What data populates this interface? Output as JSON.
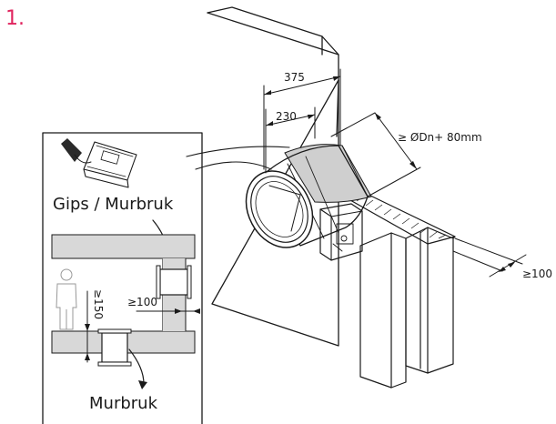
{
  "step_number": "1.",
  "dimensions": {
    "d375": "375",
    "d230": "230",
    "diameter_clearance": "≥ ØDn+ 80mm",
    "d100_right": "≥100",
    "d100_inset": "≥100",
    "d150_inset": "≥150"
  },
  "labels": {
    "gips_murbruk": "Gips / Murbruk",
    "murbruk": "Murbruk"
  },
  "colors": {
    "accent": "#e0245e",
    "line": "#1a1a1a",
    "wall_fill": "#ffffff",
    "mortar_grey": "#cfcfcf",
    "inset_wall": "#d8d8d8"
  },
  "icons": {
    "product_tag": "product-package-icon",
    "person": "person-silhouette-icon"
  }
}
